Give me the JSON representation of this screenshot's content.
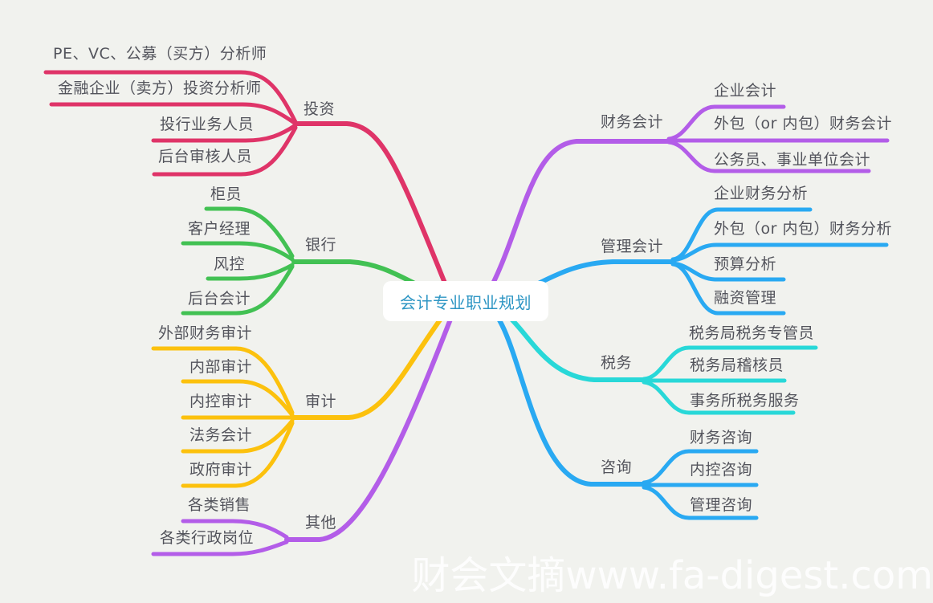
{
  "center": {
    "label": "会计专业职业规划"
  },
  "watermark": {
    "text": "财会文摘www.fa-digest.com"
  },
  "colors": {
    "background": "#f1f2ee",
    "center_text": "#2e96c4",
    "label_text": "#53545c",
    "investment": "#df3468",
    "bank": "#42c153",
    "audit": "#fcc10d",
    "purple": "#b35de8",
    "sky_blue": "#29a9f2",
    "cyan": "#28d8d8"
  },
  "branches": [
    {
      "label": "投资",
      "color": "#df3468",
      "side": "left",
      "children": [
        "PE、VC、公募（买方）分析师",
        "金融企业（卖方）投资分析师",
        "投行业务人员",
        "后台审核人员"
      ]
    },
    {
      "label": "银行",
      "color": "#42c153",
      "side": "left",
      "children": [
        "柜员",
        "客户经理",
        "风控",
        "后台会计"
      ]
    },
    {
      "label": "审计",
      "color": "#fcc10d",
      "side": "left",
      "children": [
        "外部财务审计",
        "内部审计",
        "内控审计",
        "法务会计",
        "政府审计"
      ]
    },
    {
      "label": "其他",
      "color": "#b35de8",
      "side": "left",
      "children": [
        "各类销售",
        "各类行政岗位"
      ]
    },
    {
      "label": "财务会计",
      "color": "#b35de8",
      "side": "right",
      "children": [
        "企业会计",
        "外包（or 内包）财务会计",
        "公务员、事业单位会计"
      ]
    },
    {
      "label": "管理会计",
      "color": "#29a9f2",
      "side": "right",
      "children": [
        "企业财务分析",
        "外包（or 内包）财务分析",
        "预算分析",
        "融资管理"
      ]
    },
    {
      "label": "税务",
      "color": "#28d8d8",
      "side": "right",
      "children": [
        "税务局税务专管员",
        "税务局稽核员",
        "事务所税务服务"
      ]
    },
    {
      "label": "咨询",
      "color": "#29a9f2",
      "side": "right",
      "children": [
        "财务咨询",
        "内控咨询",
        "管理咨询"
      ]
    }
  ]
}
